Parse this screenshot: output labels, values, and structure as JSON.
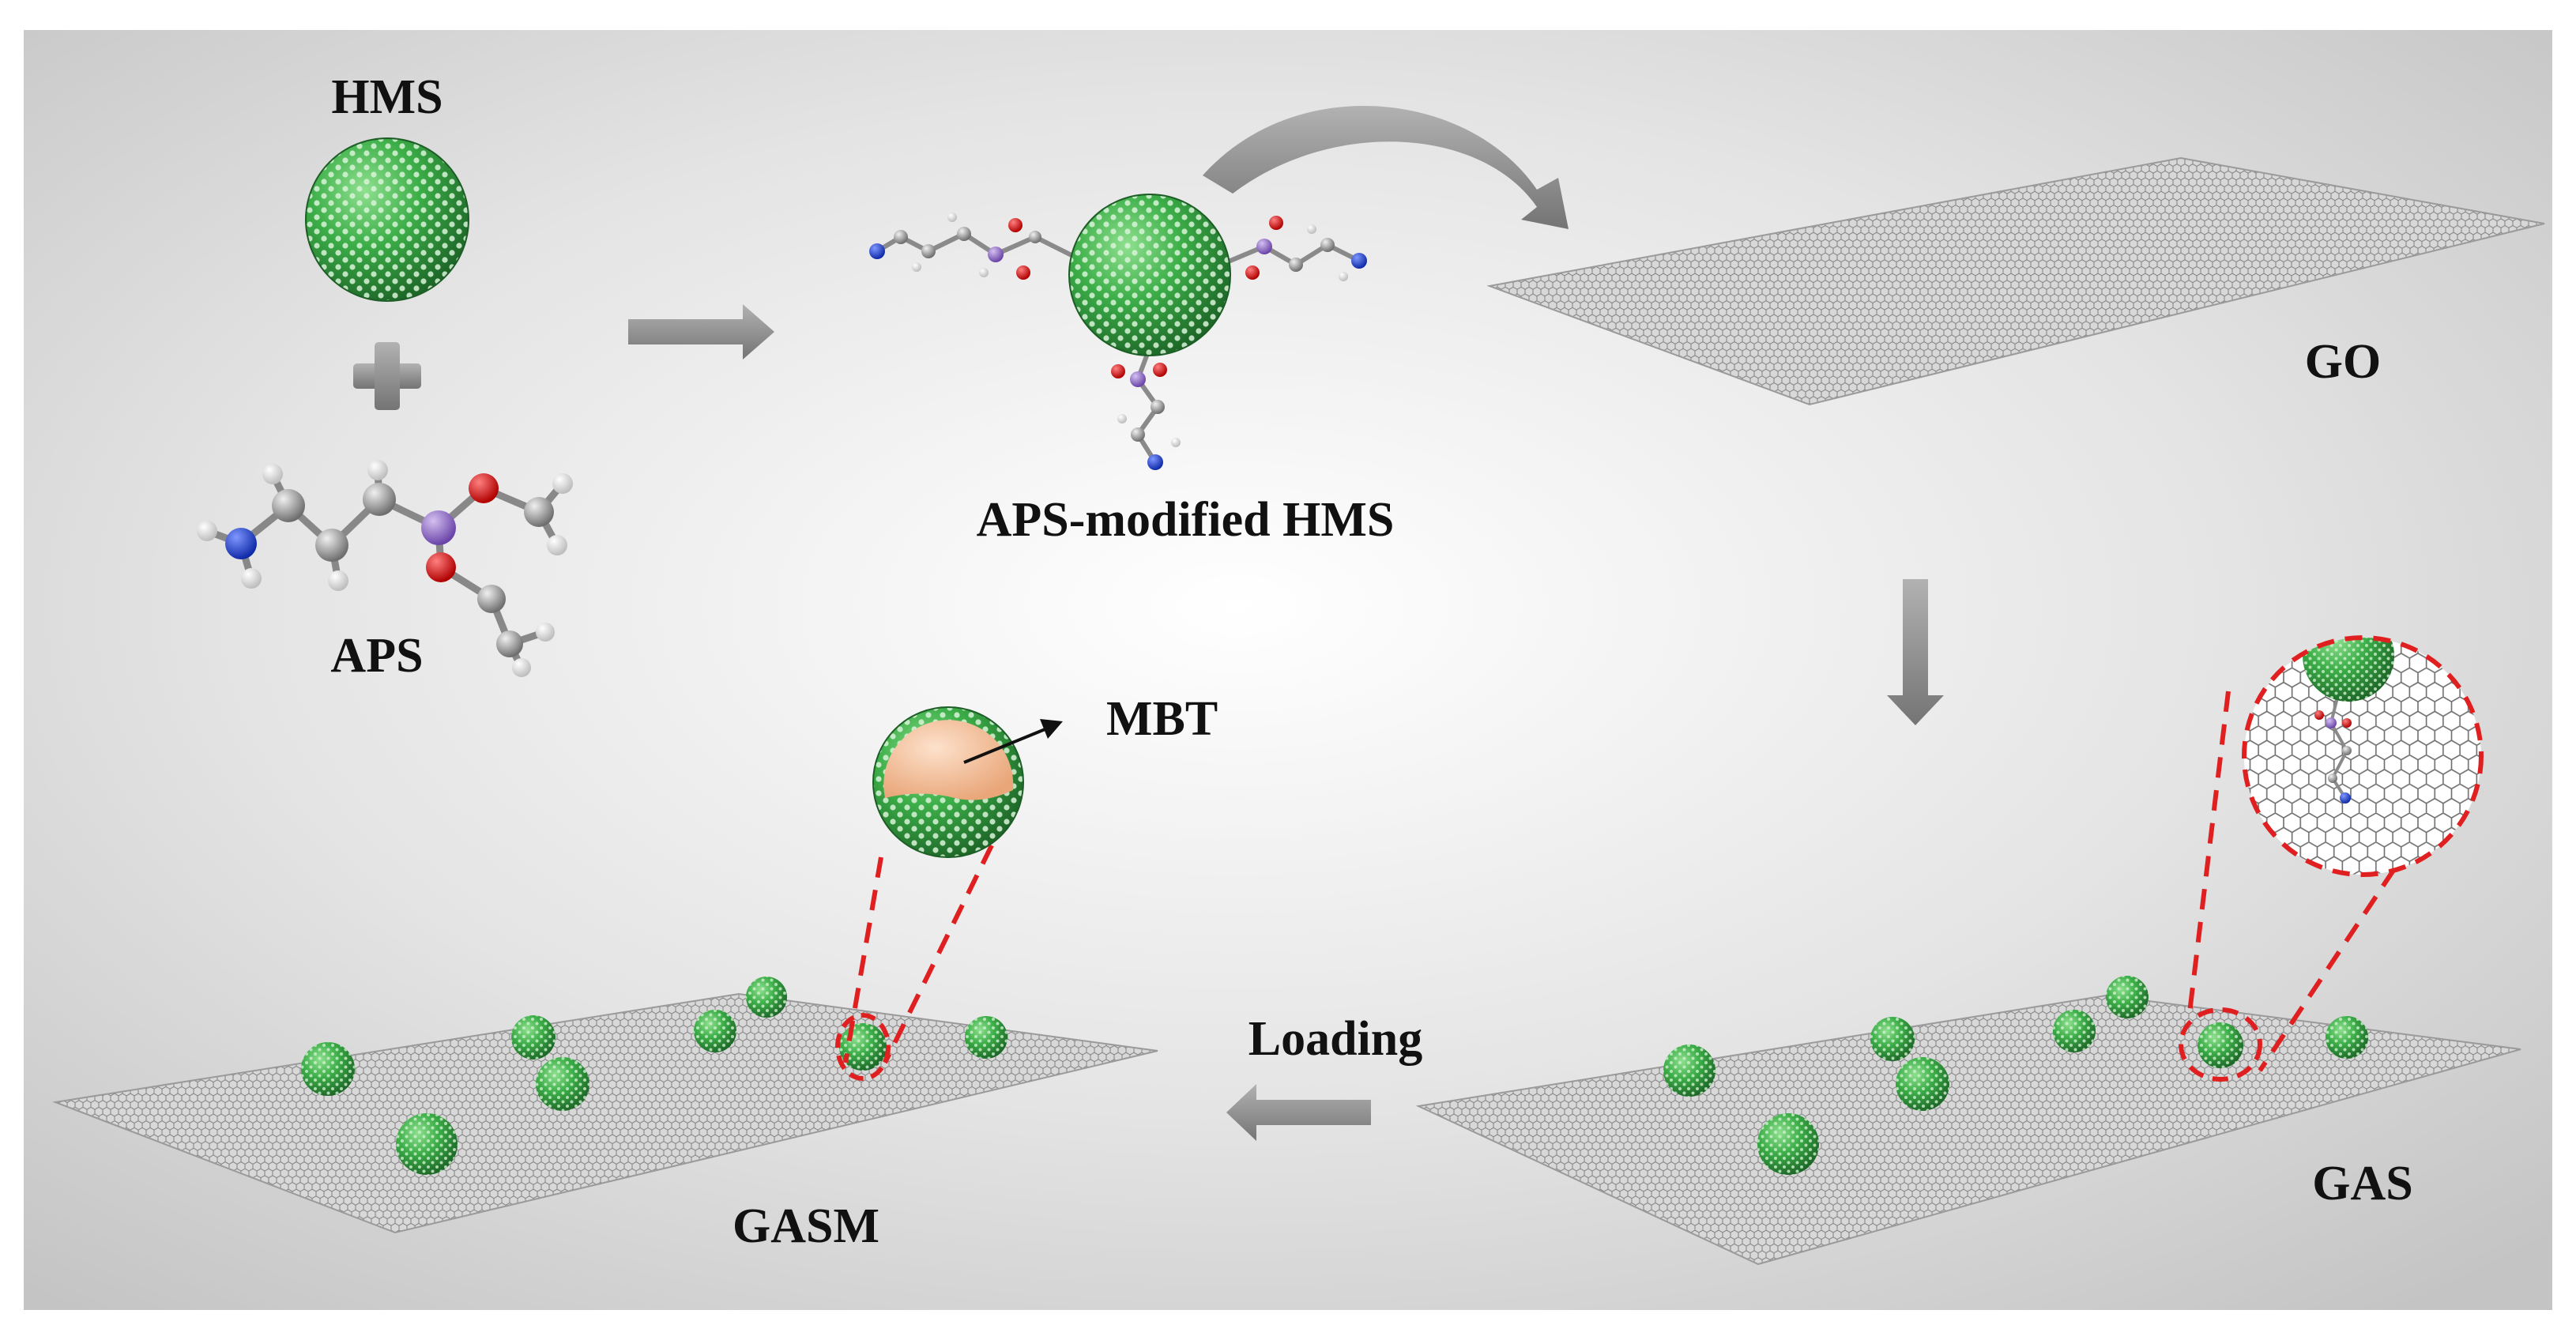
{
  "labels": {
    "hms": "HMS",
    "aps": "APS",
    "aps_modified_hms": "APS-modified HMS",
    "go": "GO",
    "gas": "GAS",
    "gasm": "GASM",
    "mbt": "MBT",
    "loading": "Loading"
  },
  "colors": {
    "sphere_green": "#3cae48",
    "sphere_dark": "#1e6e2a",
    "graphene_gray": "#8c8c8c",
    "arrow_gray": "#8a8a8a",
    "zoom_dash_red": "#e02020",
    "mbt_core": "#f2b58f",
    "atom_carbon": "#9a9a9a",
    "atom_hydrogen": "#ffffff",
    "atom_nitrogen": "#1f3fd0",
    "atom_oxygen": "#e01010",
    "atom_silicon": "#9068c8"
  },
  "icons": {
    "hollow_sphere": "mesoporous-silica-sphere-icon",
    "graphene_sheet": "graphene-oxide-sheet-icon",
    "molecule": "aps-molecule-icon",
    "plus": "plus-icon",
    "arrow": "process-arrow-icon"
  }
}
